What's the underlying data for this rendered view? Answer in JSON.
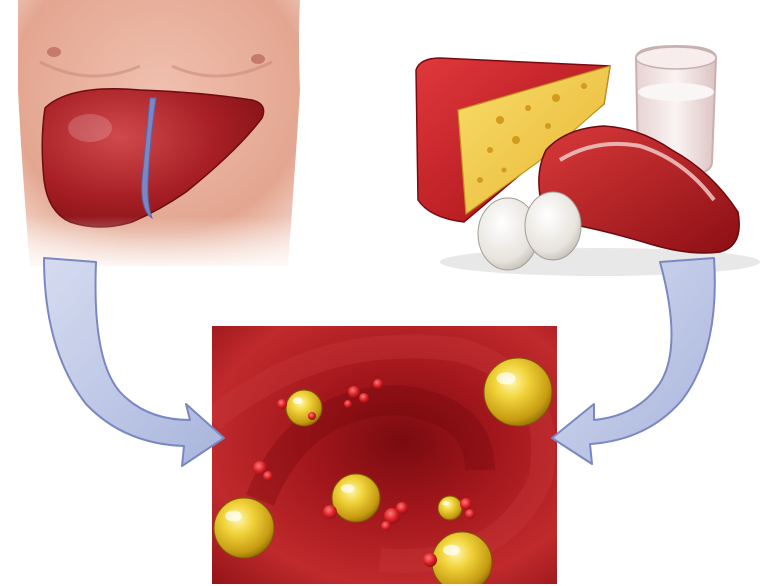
{
  "diagram": {
    "panels": [
      {
        "id": "liver",
        "icon": "liver-torso-icon"
      },
      {
        "id": "foods",
        "icon": "cheese-milk-meat-eggs-icon"
      },
      {
        "id": "blood",
        "icon": "blood-vessel-cholesterol-icon"
      }
    ],
    "arrows": [
      {
        "from": "liver",
        "to": "blood"
      },
      {
        "from": "foods",
        "to": "blood"
      }
    ],
    "colors": {
      "skin": "#e6aa97",
      "liver": "#a51f23",
      "gallbladder_duct": "#7b86c4",
      "cheese_rind": "#c4151c",
      "cheese_body": "#f0c94a",
      "milk": "#f3e6e6",
      "meat": "#b5181d",
      "egg": "#ece9e4",
      "blood": "#9a1418",
      "lipid_globule": "#e4c21e",
      "red_cell": "#d81c22",
      "arrow_fill": "#b8c3e3",
      "arrow_stroke": "#7a88c2"
    }
  }
}
